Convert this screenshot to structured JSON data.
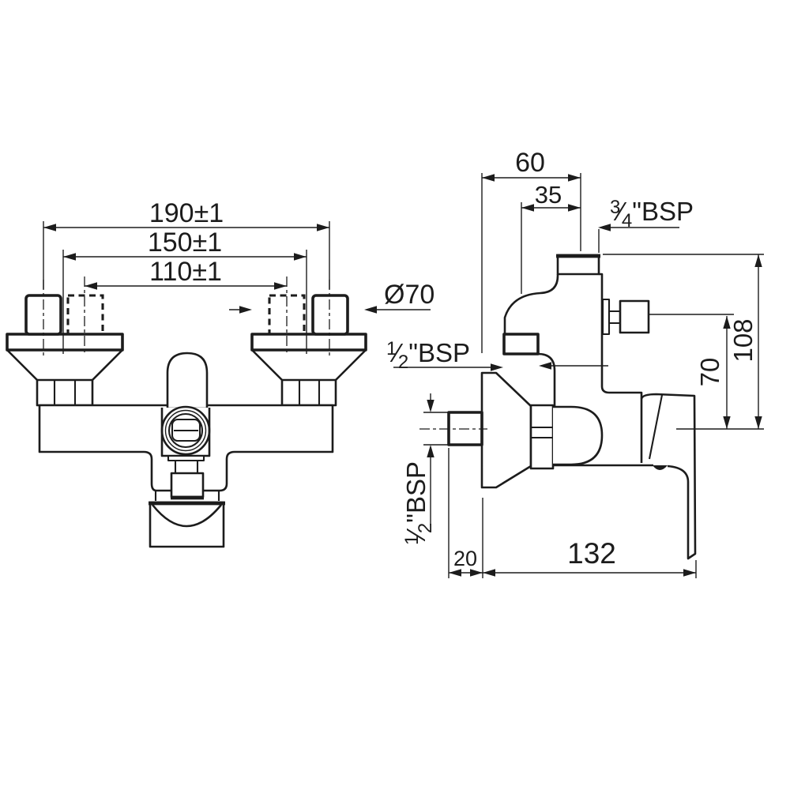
{
  "drawing": {
    "colors": {
      "line": "#1c1c1c",
      "background": "#ffffff"
    },
    "front_view": {
      "dim_span_outer": "190±1",
      "dim_span_nominal": "150±1",
      "dim_span_inner": "110±1",
      "escutcheon_diameter": "Ø70"
    },
    "side_view": {
      "dim_top_offset": "60",
      "dim_top_offset_inner": "35",
      "top_outlet_thread": "¾\"BSP",
      "bottom_outlet_thread": "½\"BSP",
      "inlet_thread": "½\"BSP",
      "dim_height_total": "108",
      "dim_height_diverter": "70",
      "dim_wall_protrusion": "20",
      "dim_depth": "132"
    }
  }
}
